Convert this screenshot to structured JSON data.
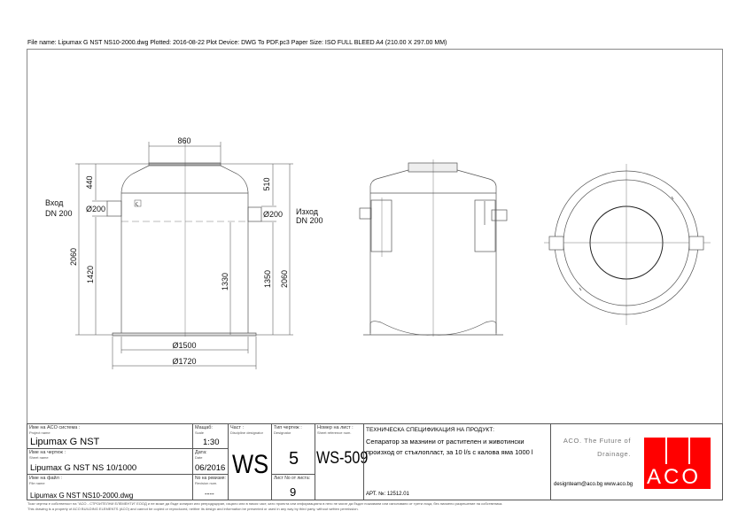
{
  "header": {
    "plot_info": "File name: Lipumax G NST NS10-2000.dwg   Plotted: 2016-08-22   Plot Device: DWG To PDF.pc3   Paper Size: ISO FULL BLEED A4 (210.00 X 297.00 MM)"
  },
  "drawing": {
    "dim_top_opening": "860",
    "dim_inlet_top": "440",
    "dim_outlet_top": "510",
    "inlet_diameter": "Ø200",
    "outlet_diameter": "Ø200",
    "inlet_label": "Вход",
    "inlet_dn": "DN 200",
    "outlet_label": "Изход",
    "outlet_dn": "DN 200",
    "dim_total_height_left": "2060",
    "dim_inlet_height": "1420",
    "dim_inner_height": "1330",
    "dim_outlet_height": "1350",
    "dim_total_height_right": "2060",
    "dim_body_diameter": "Ø1500",
    "dim_base_diameter": "Ø1720",
    "marker": "ς"
  },
  "title_block": {
    "project_label": "Име на ACO система :",
    "project_sub": "Project name",
    "project_value": "Lipumax G NST",
    "sheet_label": "Име на чертеж :",
    "sheet_sub": "Sheet name",
    "sheet_value": "Lipumax G NST NS 10/1000",
    "file_label": "Име на файл :",
    "file_sub": "File name",
    "file_value": "Lipumax G NST NS10-2000.dwg",
    "scale_label": "Мащаб:",
    "scale_sub": "Scale",
    "scale_value": "1:30",
    "date_label": "Дата:",
    "date_sub": "Date",
    "date_value": "06/2016",
    "revision_label": "No на ревизия:",
    "revision_sub": "Revision num.",
    "revision_value": "----",
    "discipline_label": "Част :",
    "discipline_sub": "Discipline designator",
    "discipline_value": "WS",
    "designator_label": "Тип чертеж :",
    "designator_sub": "Designator",
    "designator_value": "5",
    "sheet_count_label": "Лист No от листа:",
    "sheet_count_value": "9",
    "sheet_ref_label": "Номер на лист :",
    "sheet_ref_sub": "Sheet reference num.",
    "sheet_ref_value": "WS-509",
    "spec_title": "ТЕХНИЧЕСКА СПЕЦИФИКАЦИЯ НА ПРОДУКТ:",
    "spec_line1": "Сепаратор за мазнини от растителен и животински",
    "spec_line2": "произход от стъклопласт, за 10 l/s с калова яма 1000 l",
    "article": "АРТ. №: 12512.01",
    "slogan_line1": "ACO. The Future of",
    "slogan_line2": "Drainage.",
    "contact": "designteam@aco.bg  www.aco.bg",
    "logo_text": "ACO",
    "logo_color": "#ff0000"
  },
  "footer": {
    "line_bg": "Този чертеж е собственост на \"АСО - СТРОИТЕЛНИ ЕЛЕМЕНТИ\" ЕООД и не може да бъде копиран или репродуциран, изцяло или в никоя част, като проекта или информацията в него не могат да бъдат показвани или използвани от трети лица, без писмено разрешение на собственика.",
    "line_en": "This drawing is a property of ACO BUILDING ELEMENTS (ACO) and cannot be copied or reproduced, neither its design and information be presented or used in any way by third party, without written permission."
  }
}
